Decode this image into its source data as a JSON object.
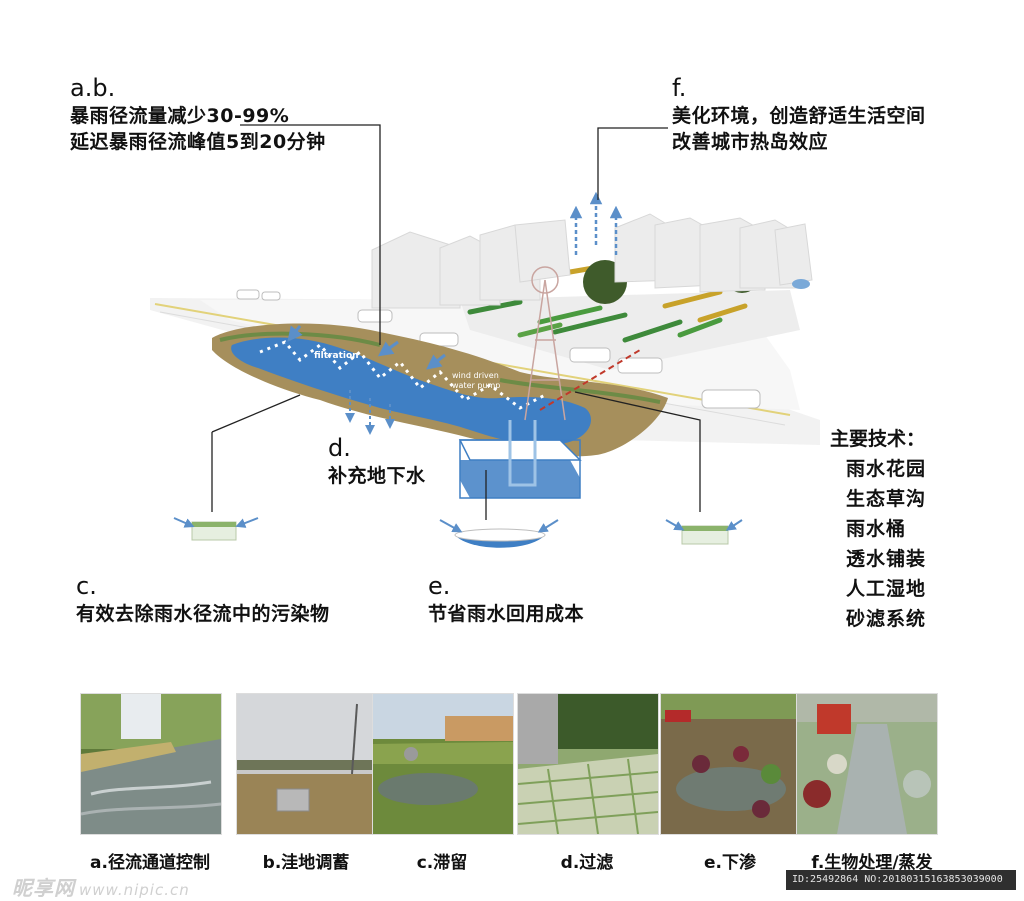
{
  "annotations": {
    "ab": {
      "head": "a.b.",
      "lines": [
        "暴雨径流量减少30-99%",
        "延迟暴雨径流峰值5到20分钟"
      ]
    },
    "f": {
      "head": "f.",
      "lines": [
        "美化环境，创造舒适生活空间",
        "改善城市热岛效应"
      ]
    },
    "d": {
      "head": "d.",
      "lines": [
        "补充地下水"
      ]
    },
    "c": {
      "head": "c.",
      "lines": [
        "有效去除雨水径流中的污染物"
      ]
    },
    "e": {
      "head": "e.",
      "lines": [
        "节省雨水回用成本"
      ]
    }
  },
  "diagram_labels": {
    "filtration": "filtration",
    "pump_line1": "wind driven",
    "pump_line2": "water pump"
  },
  "technologies": {
    "title": "主要技术：",
    "items": [
      "雨水花园",
      "生态草沟",
      "雨水桶",
      "透水铺装",
      "人工湿地",
      "砂滤系统"
    ]
  },
  "photos": [
    {
      "caption": "a.径流通道控制",
      "icon": "runoff-channel-photo"
    },
    {
      "caption": "b.洼地调蓄",
      "icon": "depression-storage-photo"
    },
    {
      "caption": "c.滞留",
      "icon": "retention-pond-photo"
    },
    {
      "caption": "d.过滤",
      "icon": "permeable-paving-photo"
    },
    {
      "caption": "e.下渗",
      "icon": "infiltration-garden-photo"
    },
    {
      "caption": "f.生物处理/蒸发",
      "icon": "bioswale-photo"
    }
  ],
  "watermarks": {
    "brand": "昵享网",
    "url": "www.nipic.cn",
    "id_text": "ID:25492864 NO:20180315163853039000"
  },
  "colors": {
    "water": "#3f7fc4",
    "arrow": "#5b8fc9",
    "grass": "#a68f5c",
    "building": "#ececec"
  }
}
